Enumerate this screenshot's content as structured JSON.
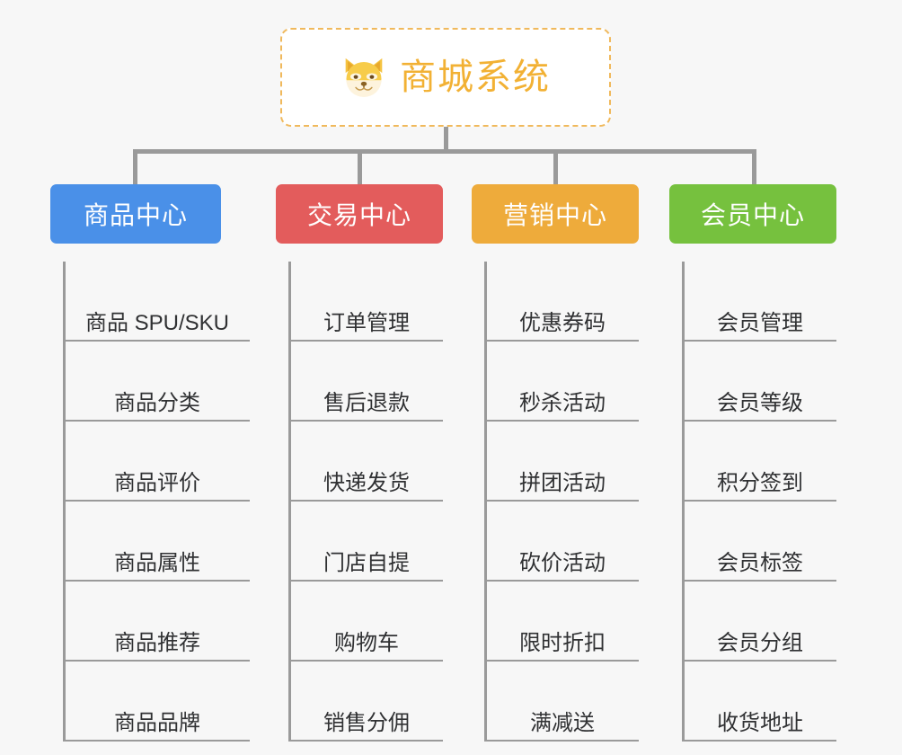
{
  "root": {
    "title": "商城系统",
    "icon": "shiba-inu-icon",
    "border_color": "#f0b95c",
    "text_color": "#f2b134",
    "background": "#ffffff"
  },
  "canvas": {
    "background": "#f7f7f7",
    "connector_color": "#9a9a9a"
  },
  "branches": [
    {
      "id": "product-center",
      "label": "商品中心",
      "color": "#4a90e8",
      "items": [
        {
          "label": "商品 SPU/SKU"
        },
        {
          "label": "商品分类"
        },
        {
          "label": "商品评价"
        },
        {
          "label": "商品属性"
        },
        {
          "label": "商品推荐"
        },
        {
          "label": "商品品牌"
        }
      ]
    },
    {
      "id": "trade-center",
      "label": "交易中心",
      "color": "#e35c5c",
      "items": [
        {
          "label": "订单管理"
        },
        {
          "label": "售后退款"
        },
        {
          "label": "快递发货"
        },
        {
          "label": "门店自提"
        },
        {
          "label": "购物车"
        },
        {
          "label": "销售分佣"
        }
      ]
    },
    {
      "id": "marketing-center",
      "label": "营销中心",
      "color": "#eeab3b",
      "items": [
        {
          "label": "优惠券码"
        },
        {
          "label": "秒杀活动"
        },
        {
          "label": "拼团活动"
        },
        {
          "label": "砍价活动"
        },
        {
          "label": "限时折扣"
        },
        {
          "label": "满减送"
        }
      ]
    },
    {
      "id": "member-center",
      "label": "会员中心",
      "color": "#76c13e",
      "items": [
        {
          "label": "会员管理"
        },
        {
          "label": "会员等级"
        },
        {
          "label": "积分签到"
        },
        {
          "label": "会员标签"
        },
        {
          "label": "会员分组"
        },
        {
          "label": "收货地址"
        }
      ]
    }
  ]
}
